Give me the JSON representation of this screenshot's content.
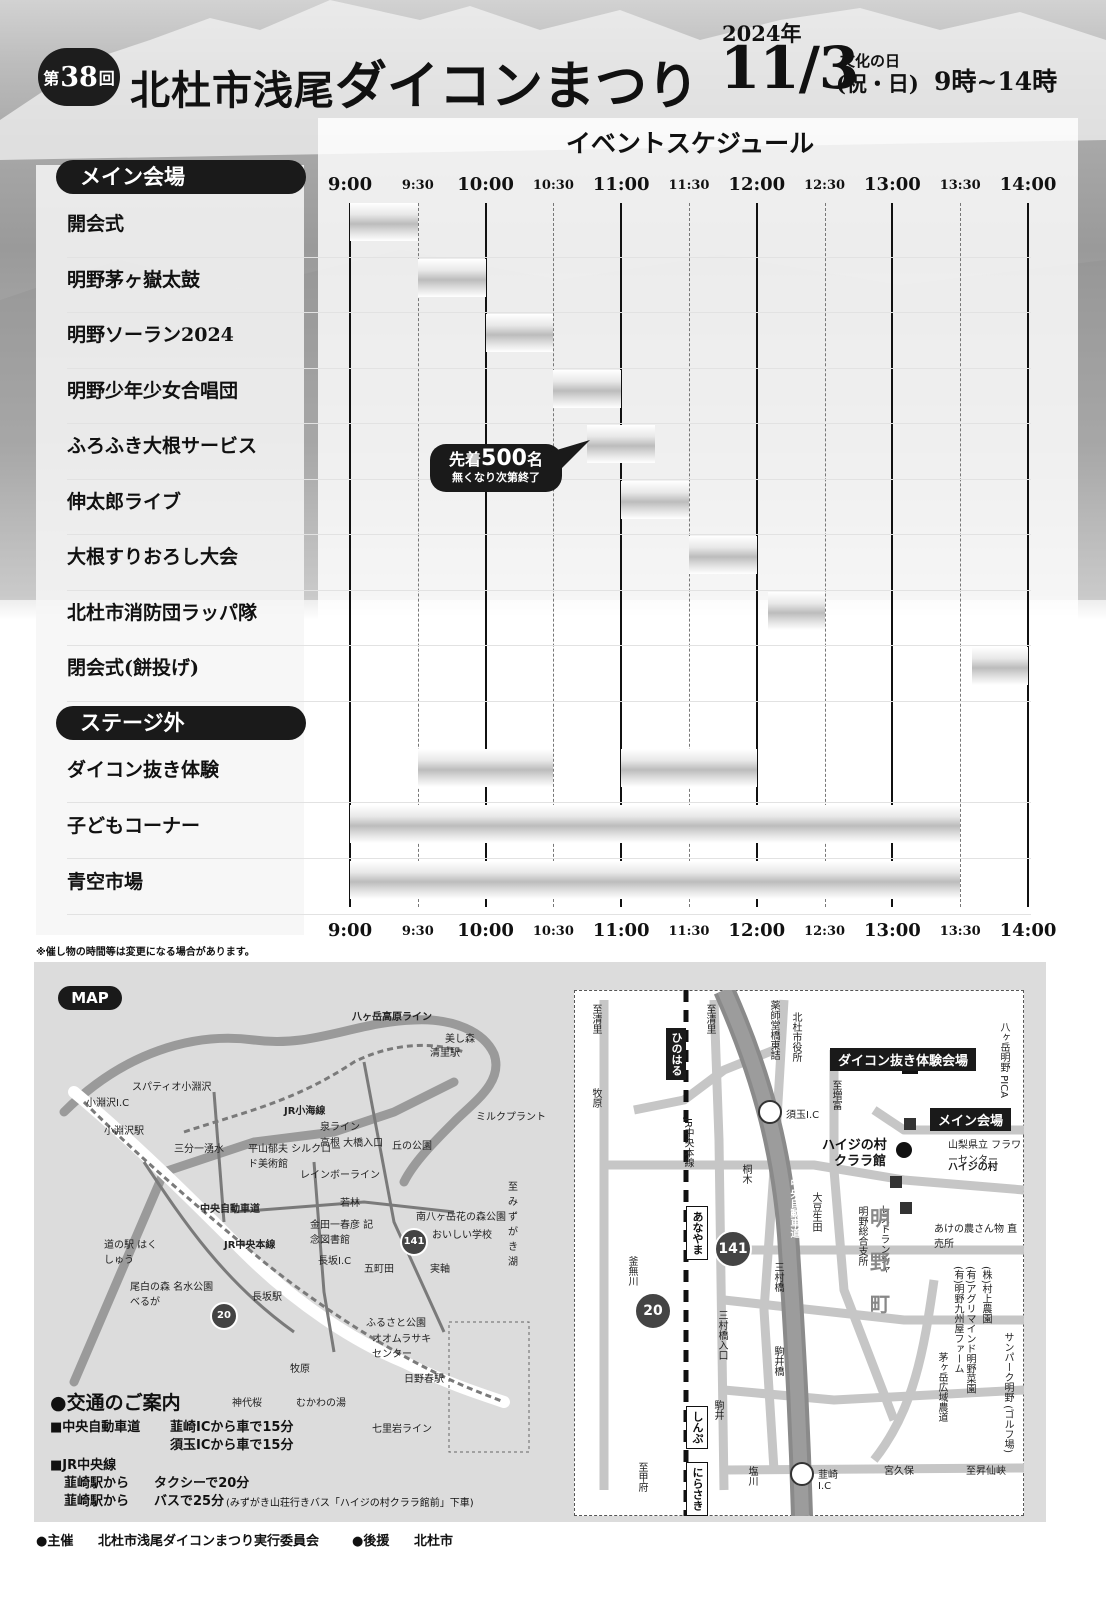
{
  "header": {
    "edition_prefix": "第",
    "edition_number": "38",
    "edition_suffix": "回",
    "title_place": "北杜市浅尾",
    "title_main": "ダイコンまつり",
    "year": "2024年",
    "date": "11/3",
    "holiday_name": "文化の日",
    "holiday_days": "(祝・日)",
    "hours": "9時~14時"
  },
  "schedule": {
    "title": "イベントスケジュール",
    "section_main": "メイン会場",
    "section_outside": "ステージ外",
    "time_labels": [
      "9:00",
      "9:30",
      "10:00",
      "10:30",
      "11:00",
      "11:30",
      "12:00",
      "12:30",
      "13:00",
      "13:30",
      "14:00"
    ],
    "main_events": [
      {
        "label": "開会式",
        "start": "9:00",
        "end": "9:30"
      },
      {
        "label": "明野茅ヶ嶽太鼓",
        "start": "9:30",
        "end": "10:00"
      },
      {
        "label": "明野ソーラン2024",
        "start": "10:00",
        "end": "10:30"
      },
      {
        "label": "明野少年少女合唱団",
        "start": "10:30",
        "end": "11:00"
      },
      {
        "label": "ふろふき大根サービス",
        "start": "10:45",
        "end": "11:15"
      },
      {
        "label": "伸太郎ライブ",
        "start": "11:00",
        "end": "11:30"
      },
      {
        "label": "大根すりおろし大会",
        "start": "11:30",
        "end": "12:00"
      },
      {
        "label": "北杜市消防団ラッパ隊",
        "start": "12:05",
        "end": "12:30"
      },
      {
        "label": "閉会式(餅投げ)",
        "start": "13:35",
        "end": "14:00"
      }
    ],
    "outside_events": [
      {
        "label": "ダイコン抜き体験",
        "periods": [
          [
            "9:30",
            "10:30"
          ],
          [
            "11:00",
            "12:00"
          ]
        ]
      },
      {
        "label": "子どもコーナー",
        "periods": [
          [
            "9:00",
            "13:30"
          ]
        ]
      },
      {
        "label": "青空市場",
        "periods": [
          [
            "9:00",
            "13:30"
          ]
        ]
      }
    ],
    "callout_prefix": "先着",
    "callout_number": "500",
    "callout_suffix": "名",
    "callout_line2": "無くなり次第終了"
  },
  "note": "※催し物の時間等は変更になる場合があります。",
  "map": {
    "tag": "MAP",
    "labels": {
      "yatsugatake_line": "八ヶ岳高原ライン",
      "utsukushimori": "美し森",
      "kiyosato": "清里駅",
      "milk_plant": "ミルクプラント",
      "oka_park": "丘の公園",
      "spa_kobuchisawa": "スパティオ小淵沢",
      "kobuchisawa_ic": "小淵沢I.C",
      "kobuchisawa_st": "小淵沢駅",
      "koumi_line": "JR小海線",
      "izumi_line": "泉ライン",
      "takane_ic": "高根 大橋入口",
      "sanbuichi": "三分一湧水",
      "hirayama": "平山郁夫 シルクロード美術館",
      "rainbow": "レインボーライン",
      "chuo_exp": "中央自動車道",
      "jr_chuo": "JR中央本線",
      "kaneda": "金田一春彦 記念図書館",
      "minami_park": "南八ヶ岳花の森公園",
      "oishii": "おいしい学校",
      "to_mizugaki": "至 みずがき湖",
      "michinoeki": "道の駅 はくしゅう",
      "oshiro": "尾白の森 名水公園べるが",
      "nagasaka_ic": "長坂I.C",
      "nagasaka_st": "長坂駅",
      "gochome": "五町田",
      "sanei": "実軸",
      "furusato": "ふるさと公園",
      "ohmura": "オオムラサキ センター",
      "hinoharu": "日野春駅",
      "makihara": "牧原",
      "jindai": "神代桜",
      "mukawa": "むかわの湯",
      "shichiri": "七里岩ライン",
      "wakaba": "若林"
    }
  },
  "inset": {
    "to_kiyosato": "至清里",
    "hinoharu_road": "ひのはる",
    "to_kiyosato2": "至清里",
    "yakushido": "薬師堂橋東詰",
    "hokuto_city": "北杜市役所",
    "to_masutomi": "至増富",
    "daikon_venue": "ダイコン抜き体験会場",
    "main_venue": "メイン会場",
    "heidi_line1": "ハイジの村",
    "heidi_line2": "クララ館",
    "flower_center": "山梨県立 フラワーセンター",
    "heidi_village": "ハイジの村",
    "pica": "八ヶ岳明野 PICA",
    "makihara": "牧原",
    "sudama_ic": "須玉I.C",
    "kiriki": "桐木",
    "oomameu": "大豆生田",
    "jr_chuo": "JR中央本線",
    "chuo_exp": "中央自動車道",
    "akeno_sogo": "明野総合支所",
    "restaurant": "レストランシャ",
    "akeno_ku": "明",
    "akeno_no": "野",
    "akeno_machi": "町",
    "akebono": "あけの農さん物 直売所",
    "anayama": "あなやま",
    "kamanashi": "釜無川",
    "sanmurabashi": "三村橋",
    "sanmurabashi_iri": "三村橋入口",
    "komaibashi": "駒井橋",
    "komai": "駒井",
    "shinpu": "しんぷ",
    "akeno_kyushu": "(有)明野九州屋ファーム",
    "agri_mind": "(有)アグリマインド明野菜園",
    "mimura_farm": "(株)村上農園",
    "sunpark": "サンパーク明野 (ゴルフ場)",
    "kayagatake": "茅ヶ岳広域農道",
    "nirasaki_st": "にらさき",
    "to_kofu": "至甲府",
    "shiokawa": "塩川",
    "nirasaki_ic": "韮崎 I.C",
    "miyakubo": "宮久保",
    "to_shosenkyo": "至昇仙峡",
    "route20": "20",
    "route141": "141"
  },
  "access": {
    "title": "●交通のご案内",
    "exp_label": "■中央自動車道",
    "exp_line1": "韮崎ICから車で15分",
    "exp_line2": "須玉ICから車で15分",
    "jr_label": "■JR中央線",
    "jr_line1_from": "韮崎駅から",
    "jr_line1": "タクシーで20分",
    "jr_line2_from": "韮崎駅から",
    "jr_line2": "バスで25分",
    "jr_line2_note": "(みずがき山荘行きバス「ハイジの村クララ館前」下車)"
  },
  "footer": {
    "organizer_label": "●主催",
    "organizer": "北杜市浅尾ダイコンまつり実行委員会",
    "support_label": "●後援",
    "support": "北杜市"
  }
}
